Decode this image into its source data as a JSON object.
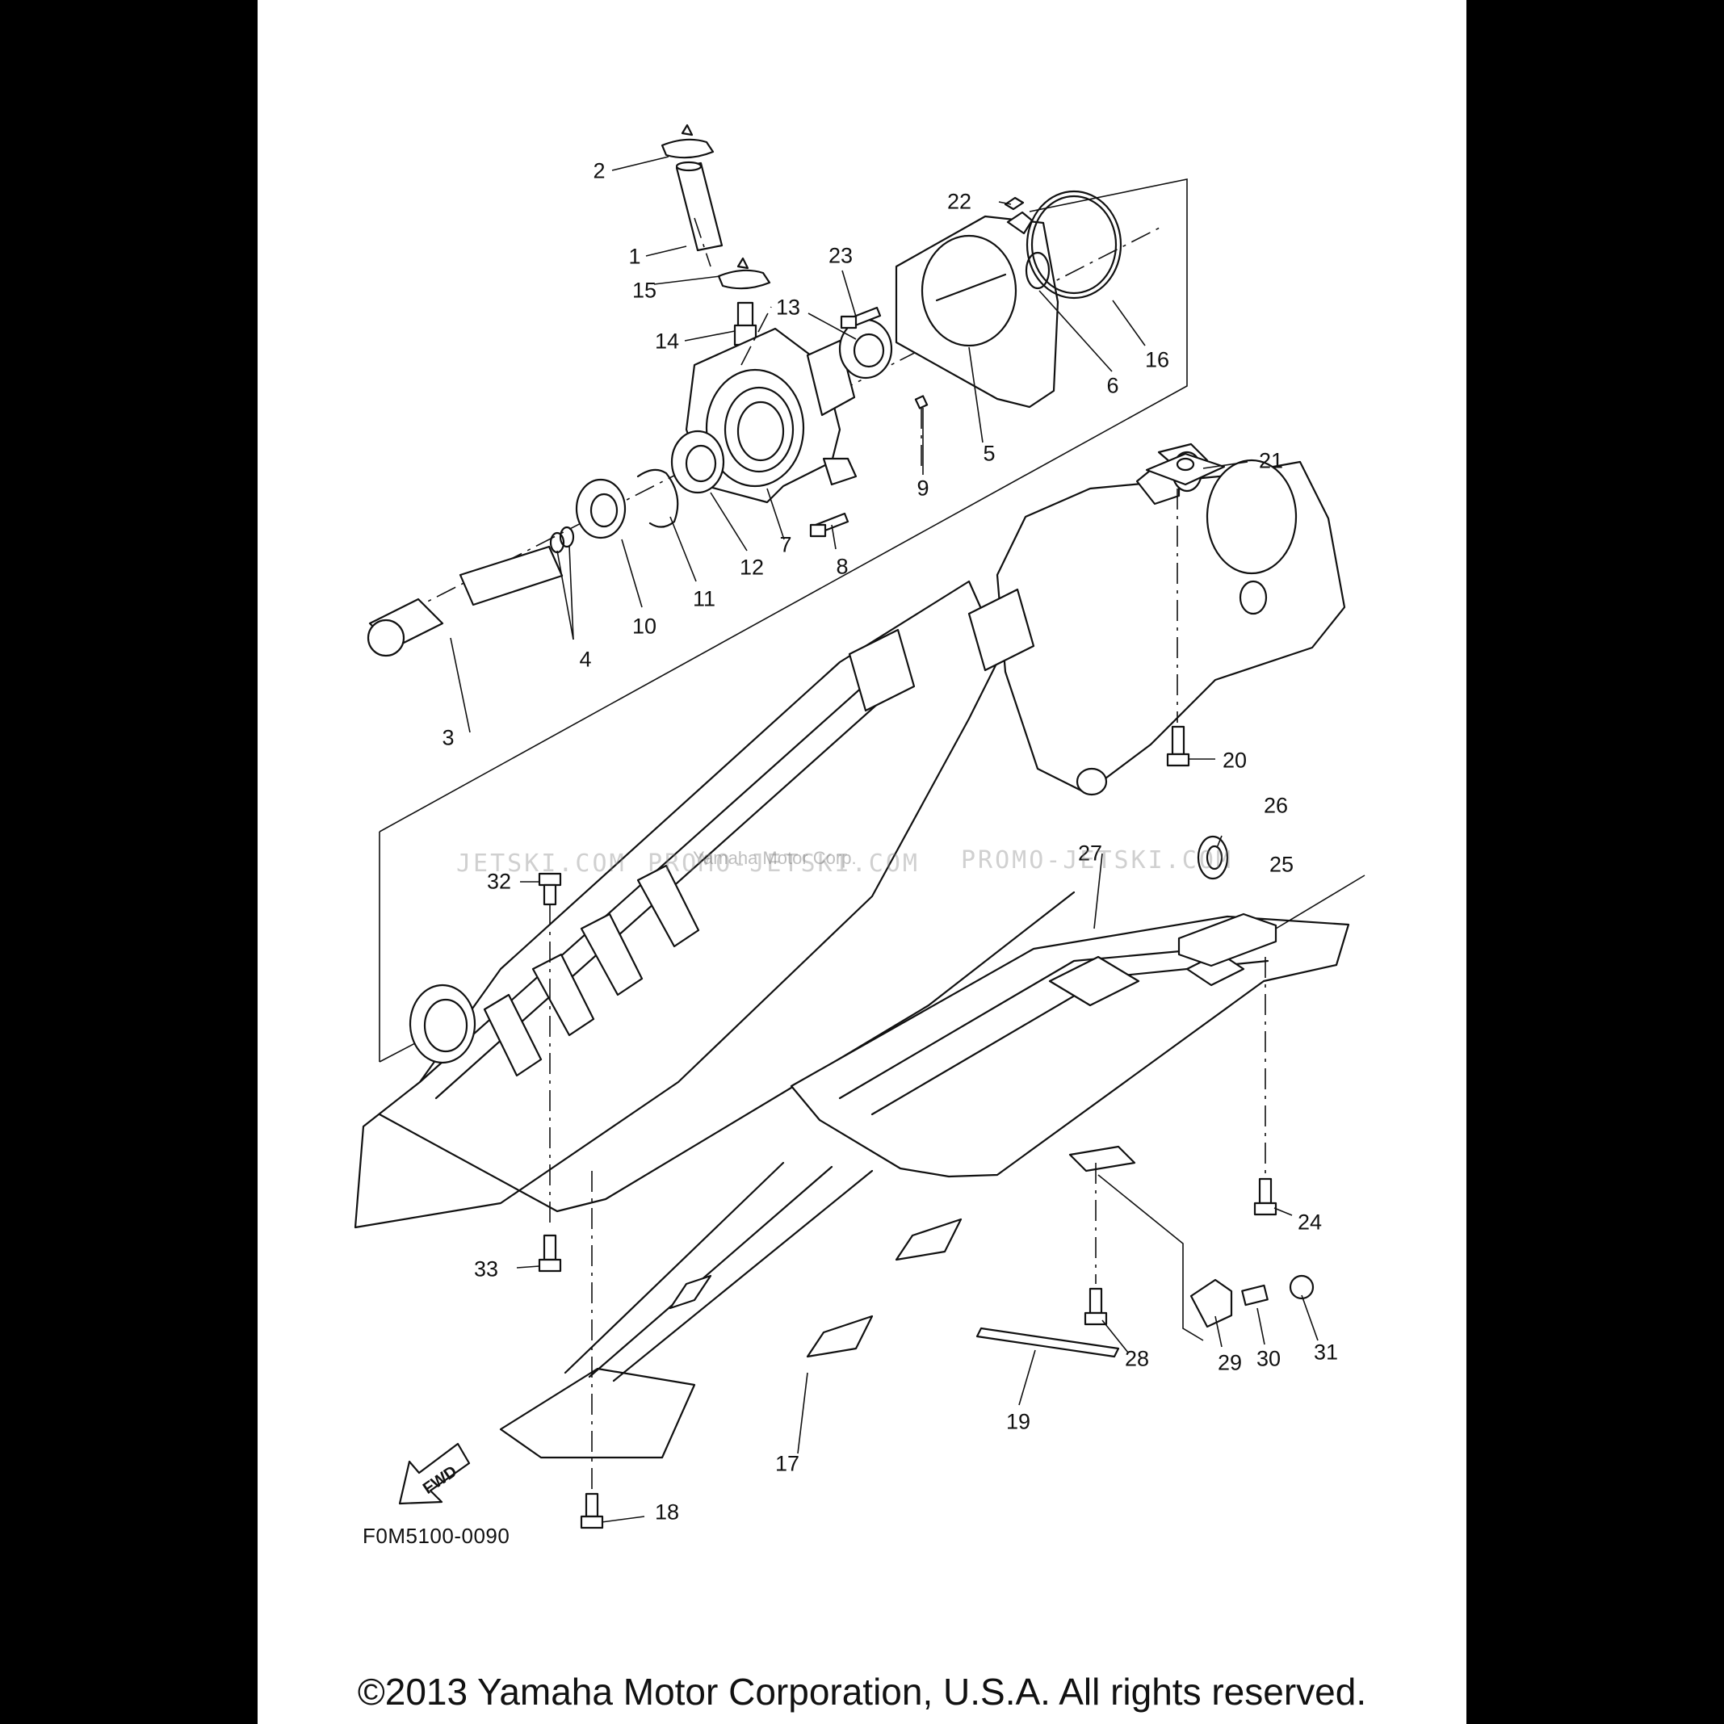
{
  "figure_code": "F0M5100-0090",
  "copyright": "©2013 Yamaha Motor Corporation, U.S.A. All rights reserved.",
  "watermark": {
    "text_1": "JETSKI.COM",
    "text_2": "PROMO-JETSKI.COM",
    "text_3": "Yamaha Motor Corp.",
    "text_4": "PROMO-JETSKI.COM"
  },
  "fwd_label": "FWD",
  "callouts": [
    "1",
    "2",
    "3",
    "4",
    "5",
    "6",
    "7",
    "8",
    "9",
    "10",
    "11",
    "12",
    "13",
    "14",
    "15",
    "16",
    "17",
    "18",
    "19",
    "20",
    "21",
    "22",
    "23",
    "24",
    "25",
    "26",
    "27",
    "28",
    "29",
    "30",
    "31",
    "32",
    "33"
  ]
}
